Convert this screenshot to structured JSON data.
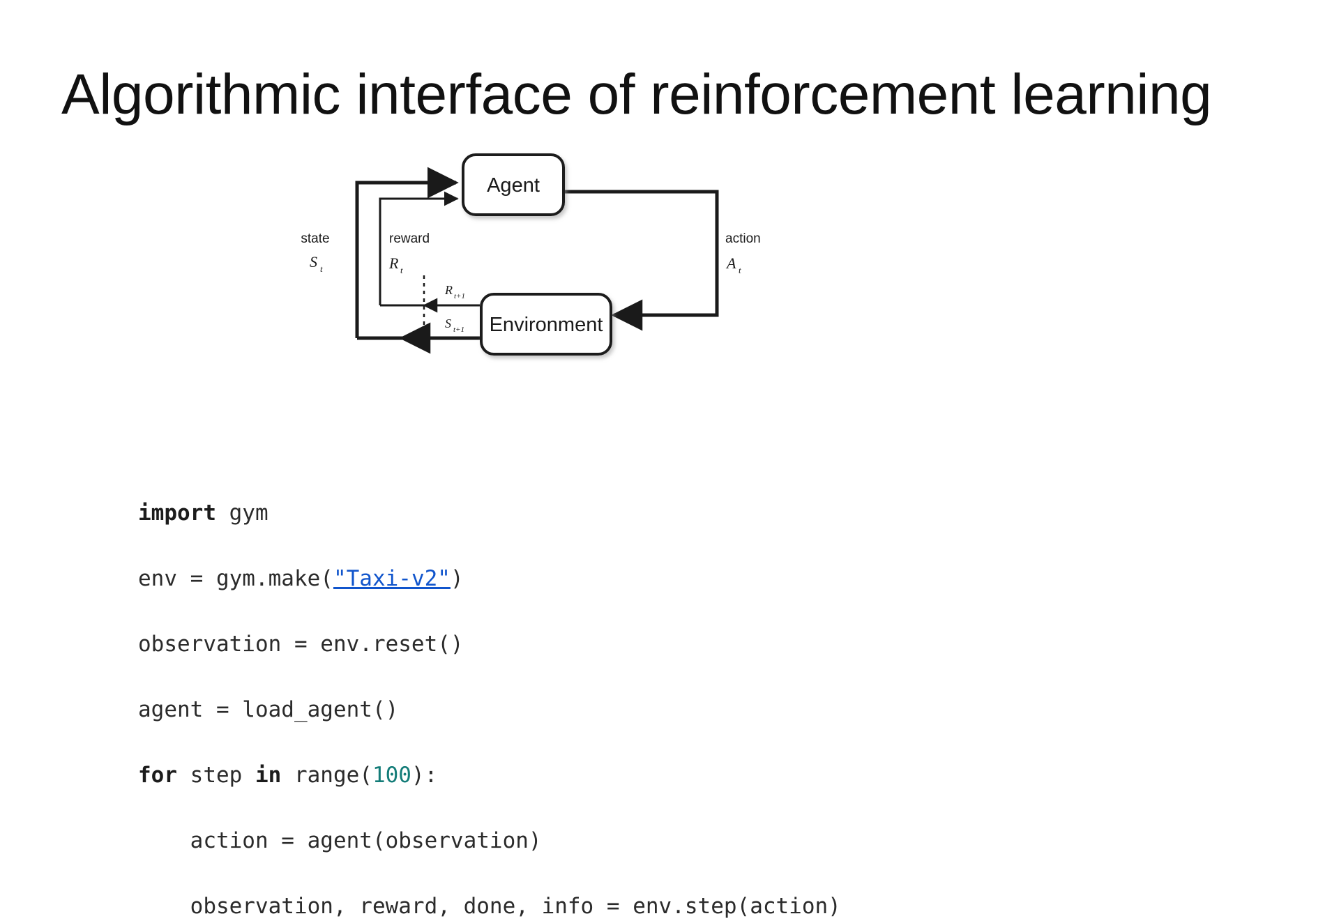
{
  "slide": {
    "title": "Algorithmic interface of reinforcement learning",
    "background_color": "#ffffff",
    "text_color": "#111111"
  },
  "diagram": {
    "name": "agent-environment-interaction-loop",
    "nodes": [
      {
        "id": "agent",
        "label": "Agent"
      },
      {
        "id": "environment",
        "label": "Environment"
      }
    ],
    "edge_labels": [
      {
        "id": "state",
        "word": "state",
        "symbol": "S",
        "subscript": "t"
      },
      {
        "id": "reward",
        "word": "reward",
        "symbol": "R",
        "subscript": "t"
      },
      {
        "id": "action",
        "word": "action",
        "symbol": "A",
        "subscript": "t"
      },
      {
        "id": "reward-next",
        "word": "",
        "symbol": "R",
        "subscript": "t+1"
      },
      {
        "id": "state-next",
        "word": "",
        "symbol": "S",
        "subscript": "t+1"
      }
    ],
    "line_color": "#1a1a1a",
    "box_fill": "#ffffff"
  },
  "code": {
    "language": "python",
    "link_color": "#1155cc",
    "number_color": "#137c78",
    "keyword_color": "#1c1c1c",
    "text_color": "#2b2b2b",
    "lines": [
      {
        "id": "line-1",
        "tokens": [
          {
            "t": "import",
            "k": "kw"
          },
          {
            "t": " gym",
            "k": "plain"
          }
        ]
      },
      {
        "id": "line-2",
        "tokens": [
          {
            "t": "env = gym.make(",
            "k": "plain"
          },
          {
            "t": "\"Taxi-v2\"",
            "k": "lnk"
          },
          {
            "t": ")",
            "k": "plain"
          }
        ]
      },
      {
        "id": "line-3",
        "tokens": [
          {
            "t": "observation = env.reset()",
            "k": "plain"
          }
        ]
      },
      {
        "id": "line-4",
        "tokens": [
          {
            "t": "agent = load_agent()",
            "k": "plain"
          }
        ]
      },
      {
        "id": "line-5",
        "tokens": [
          {
            "t": "for",
            "k": "kw"
          },
          {
            "t": " step ",
            "k": "plain"
          },
          {
            "t": "in",
            "k": "kw"
          },
          {
            "t": " range(",
            "k": "plain"
          },
          {
            "t": "100",
            "k": "num"
          },
          {
            "t": "):",
            "k": "plain"
          }
        ]
      },
      {
        "id": "line-6",
        "tokens": [
          {
            "t": "    action = agent(observation)",
            "k": "plain"
          }
        ]
      },
      {
        "id": "line-7",
        "tokens": [
          {
            "t": "    observation, reward, done, info = env.step(action)",
            "k": "plain"
          }
        ]
      }
    ]
  }
}
